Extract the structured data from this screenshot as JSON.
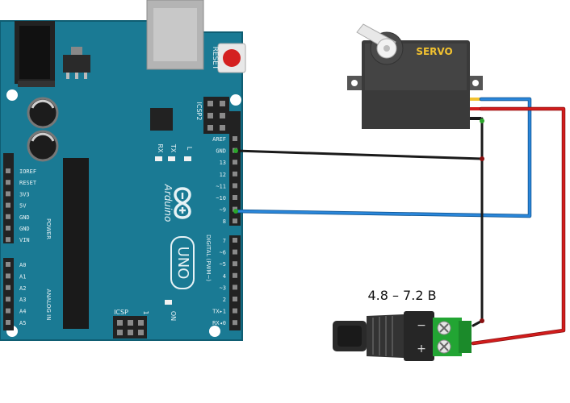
{
  "board": {
    "brand": "Arduino",
    "model": "UNO",
    "reset_label": "RESET",
    "icsp2_label": "ICSP2",
    "icsp_label": "ICSP",
    "tx_label": "TX",
    "rx_label": "RX",
    "l_label": "L",
    "on_label": "ON",
    "power_group_label": "POWER",
    "analog_group_label": "ANALOG IN",
    "digital_group_label": "DIGITAL (PWM~)",
    "one_label": "1",
    "left_power_pins": [
      "IOREF",
      "RESET",
      "3V3",
      "5V",
      "GND",
      "GND",
      "VIN"
    ],
    "left_analog_pins": [
      "A0",
      "A1",
      "A2",
      "A3",
      "A4",
      "A5"
    ],
    "right_top_pins": [
      "AREF",
      "GND",
      "13",
      "12",
      "~11",
      "~10",
      "~9",
      "8"
    ],
    "right_bottom_pins": [
      "7",
      "~6",
      "~5",
      "4",
      "~3",
      "2",
      "TX▸1",
      "RX◂0"
    ]
  },
  "servo": {
    "label": "SERVO"
  },
  "power_supply": {
    "voltage_label": "4.8 – 7.2 B",
    "minus_symbol": "−",
    "plus_symbol": "+"
  },
  "colors": {
    "board": "#1a7a94",
    "board_edge": "#0f5d72",
    "board_text": "#e6f2f5",
    "wire_black": "#1a1a1a",
    "wire_blue": "#2a86d9",
    "wire_red": "#d21c1c",
    "servo_body": "#3a3a3a",
    "servo_label": "#f2c230",
    "terminal_green": "#22a533",
    "reset_button": "#d42020"
  },
  "icons": {
    "arduino_logo": "infinity-minus-plus-logo",
    "servo_horn": "servo-horn-icon"
  }
}
